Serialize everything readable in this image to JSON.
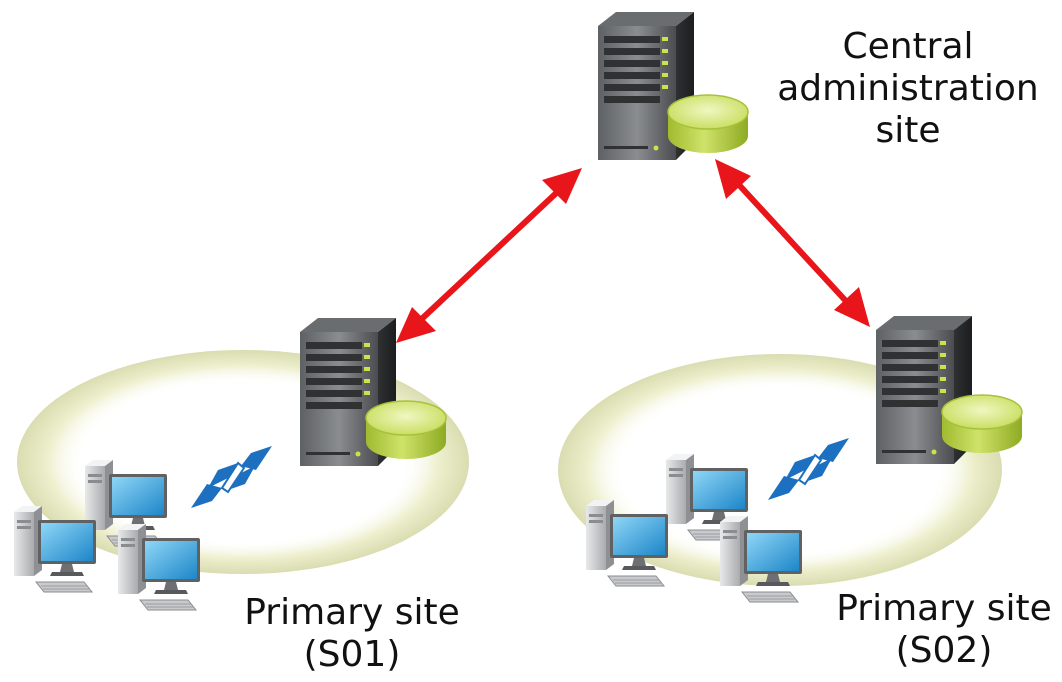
{
  "central": {
    "label_lines": [
      "Central",
      "administration",
      "site"
    ]
  },
  "site1": {
    "label_lines": [
      "Primary site",
      "(S01)"
    ]
  },
  "site2": {
    "label_lines": [
      "Primary site",
      "(S02)"
    ]
  },
  "colors": {
    "site_link_arrow": "#e8161a",
    "client_link_arrow": "#1d6fc0",
    "site_boundary_ring": "#e4e6c2",
    "database_top": "#d9ea7c",
    "database_body": "#a9c63a",
    "server_body": "#4b4d50",
    "monitor_screen": "#3aa7e0"
  },
  "icons": {
    "server": "server-icon",
    "database": "database-icon",
    "client_computer": "desktop-computer-icon",
    "site_link": "double-arrow-icon"
  }
}
